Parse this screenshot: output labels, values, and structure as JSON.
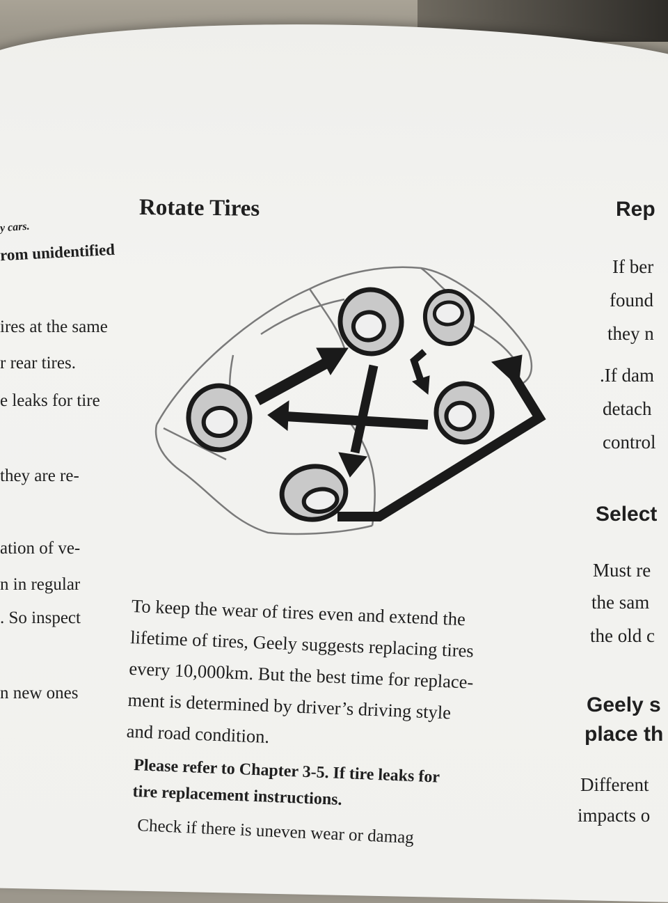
{
  "left_column": {
    "lines": [
      {
        "text": "y cars.",
        "style": "small"
      },
      {
        "text": "rom unidentified",
        "style": "bold"
      },
      {
        "text": "ires at the same",
        "style": "normal"
      },
      {
        "text": "r rear tires.",
        "style": "normal"
      },
      {
        "text": "e leaks for tire",
        "style": "normal"
      },
      {
        "text": "they are re-",
        "style": "normal"
      },
      {
        "text": "ation of ve-",
        "style": "normal"
      },
      {
        "text": "n in regular",
        "style": "normal"
      },
      {
        "text": ". So inspect",
        "style": "normal"
      },
      {
        "text": "n new ones",
        "style": "normal"
      }
    ]
  },
  "main": {
    "heading": "Rotate Tires",
    "diagram_alt": "tire-rotation-diagram",
    "paragraph_lines": [
      "To keep the wear of tires even and extend the",
      "lifetime of tires, Geely suggests replacing tires",
      "every 10,000km. But the best time for replace-",
      "ment is determined by driver’s driving style",
      "and road condition."
    ],
    "bold_lines": [
      "Please refer to Chapter 3-5. If tire leaks for",
      "tire replacement instructions."
    ],
    "cut_line": "Check if there is uneven wear or damag"
  },
  "right_column": {
    "heading1": "Rep",
    "lines1": [
      "If ber",
      "found",
      "they n",
      ".If dam",
      "detach",
      "control"
    ],
    "heading2": "Select",
    "lines2": [
      "Must re",
      "the sam",
      "the old c"
    ],
    "heading3_lines": [
      "Geely s",
      "place th"
    ],
    "lines3": [
      "Different",
      "impacts o"
    ]
  },
  "colors": {
    "ink": "#1f1f1f",
    "page": "#f1f1ee",
    "tire_fill": "#c9c9c9",
    "arrow": "#1a1a1a"
  }
}
